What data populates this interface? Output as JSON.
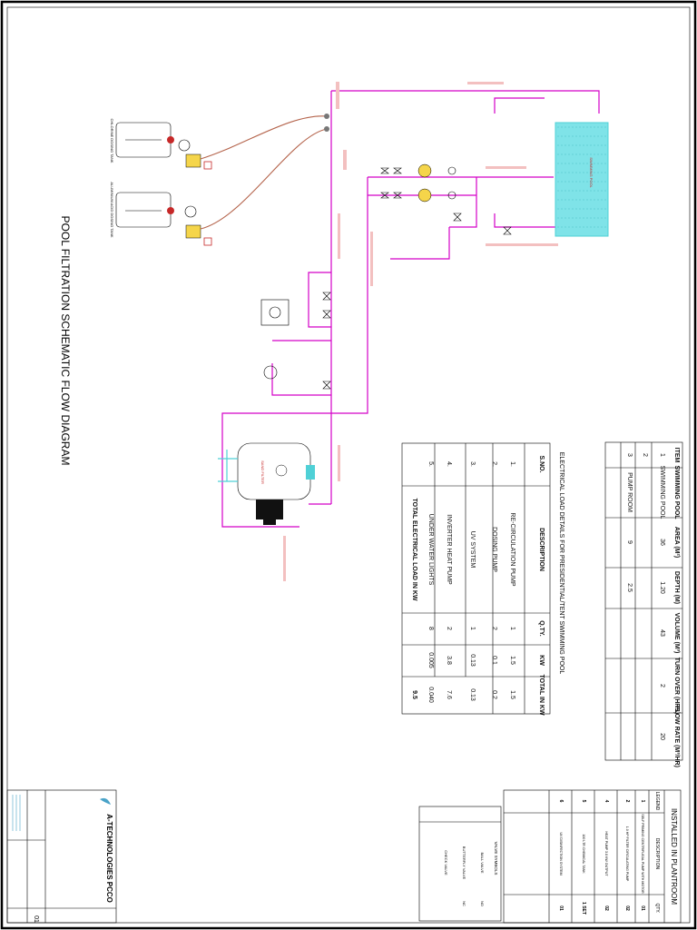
{
  "drawing": {
    "title": "POOL FILTRATION SCHEMATIC FLOW DIAGRAM",
    "subtitle": "ELECTRICAL LOAD DETAILS FOR PRESIDENTIAL/TENT SWIMMING POOL"
  },
  "labels": {
    "dosing_tank_1": "CHLORINE DOSING TANK",
    "dosing_tank_2": "ALUMINIUM ACID DOSING TANK",
    "sand_filter": "SAND FILTER",
    "pool": "SWIMMING POOL"
  },
  "pool_table": {
    "headers": [
      "ITEM",
      "SWIMMING POOL",
      "AREA (M²)",
      "DEPTH (M)",
      "VOLUME (M³)",
      "TURN OVER (HRS)",
      "FLOW RATE (M³/HR)"
    ],
    "rows": [
      [
        "1",
        "SWIMMING POOL",
        "36",
        "1.20",
        "43",
        "2",
        "20"
      ],
      [
        "2",
        "",
        "",
        "",
        "",
        "",
        ""
      ],
      [
        "3",
        "PUMP ROOM",
        "9",
        "2.5",
        "",
        "",
        ""
      ]
    ]
  },
  "elec_table": {
    "headers": [
      "S.NO.",
      "DESCRIPTION",
      "Q.TY.",
      "KW",
      "TOTAL IN KW"
    ],
    "rows": [
      [
        "1.",
        "RE-CIRCULATION PUMP",
        "1",
        "1.5",
        "1.5"
      ],
      [
        "2.",
        "DOSING PUMP",
        "2",
        "0.1",
        "0.2"
      ],
      [
        "3.",
        "UV SYSTEM",
        "1",
        "0.13",
        "0.13"
      ],
      [
        "4.",
        "INVERTER HEAT PUMP",
        "2",
        "3.8",
        "7.6"
      ],
      [
        "5.",
        "UNDER WATER LIGHTS",
        "8",
        "0.005",
        "0.040"
      ]
    ],
    "total_label": "TOTAL ELECTRICAL LOAD IN KW",
    "total_value": "9.5"
  },
  "legend": {
    "title": "INSTALLED IN PLANTROOM",
    "col_legend": "LEGEND",
    "col_description": "DESCRIPTION",
    "col_qty": "QTY.",
    "rows": [
      [
        "1",
        "SELF PRIMING CENTRIFUGAL PUMP WITH MOTOR",
        "01"
      ],
      [
        "2",
        "1.0 HP FILTER CIRCULATING PUMP",
        "02"
      ],
      [
        "4",
        "HEAT PUMP 3.8 KW OUTPUT",
        "02"
      ],
      [
        "5",
        "100 LTR CHEMICAL TANK",
        "1 SET"
      ],
      [
        "6",
        "UV DISINFECTION SYSTEM",
        "01"
      ]
    ],
    "valve_title": "VALVE SYMBOLS",
    "valves": [
      [
        "BALL VALVE",
        "NO"
      ],
      [
        "BUTTERFLY VALVE",
        "NC"
      ],
      [
        "CHECK VALVE",
        ""
      ]
    ]
  },
  "title_block": {
    "company": "A-TECHNOLOGIES PCCO",
    "sheet_no": "01"
  },
  "colors": {
    "pipe": "#d400c8",
    "hose": "#b5654d",
    "water": "#4fd0d6",
    "accent": "#c62828"
  }
}
